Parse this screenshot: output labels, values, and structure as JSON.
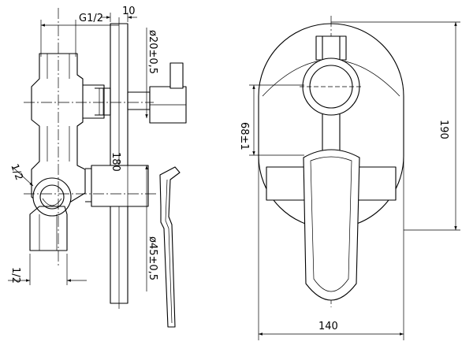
{
  "side_view": {
    "dim_thread": "G1/2",
    "dim_plate": "10",
    "dim_stem_diameter": "ø20±0,5",
    "dim_height": "180",
    "dim_knob_diameter": "ø45±0,5",
    "dim_inlet_top": "1/2",
    "dim_inlet_bottom": "1/2"
  },
  "front_view": {
    "dim_spacing": "68±1",
    "dim_plate_height": "190",
    "dim_plate_width": "140"
  }
}
